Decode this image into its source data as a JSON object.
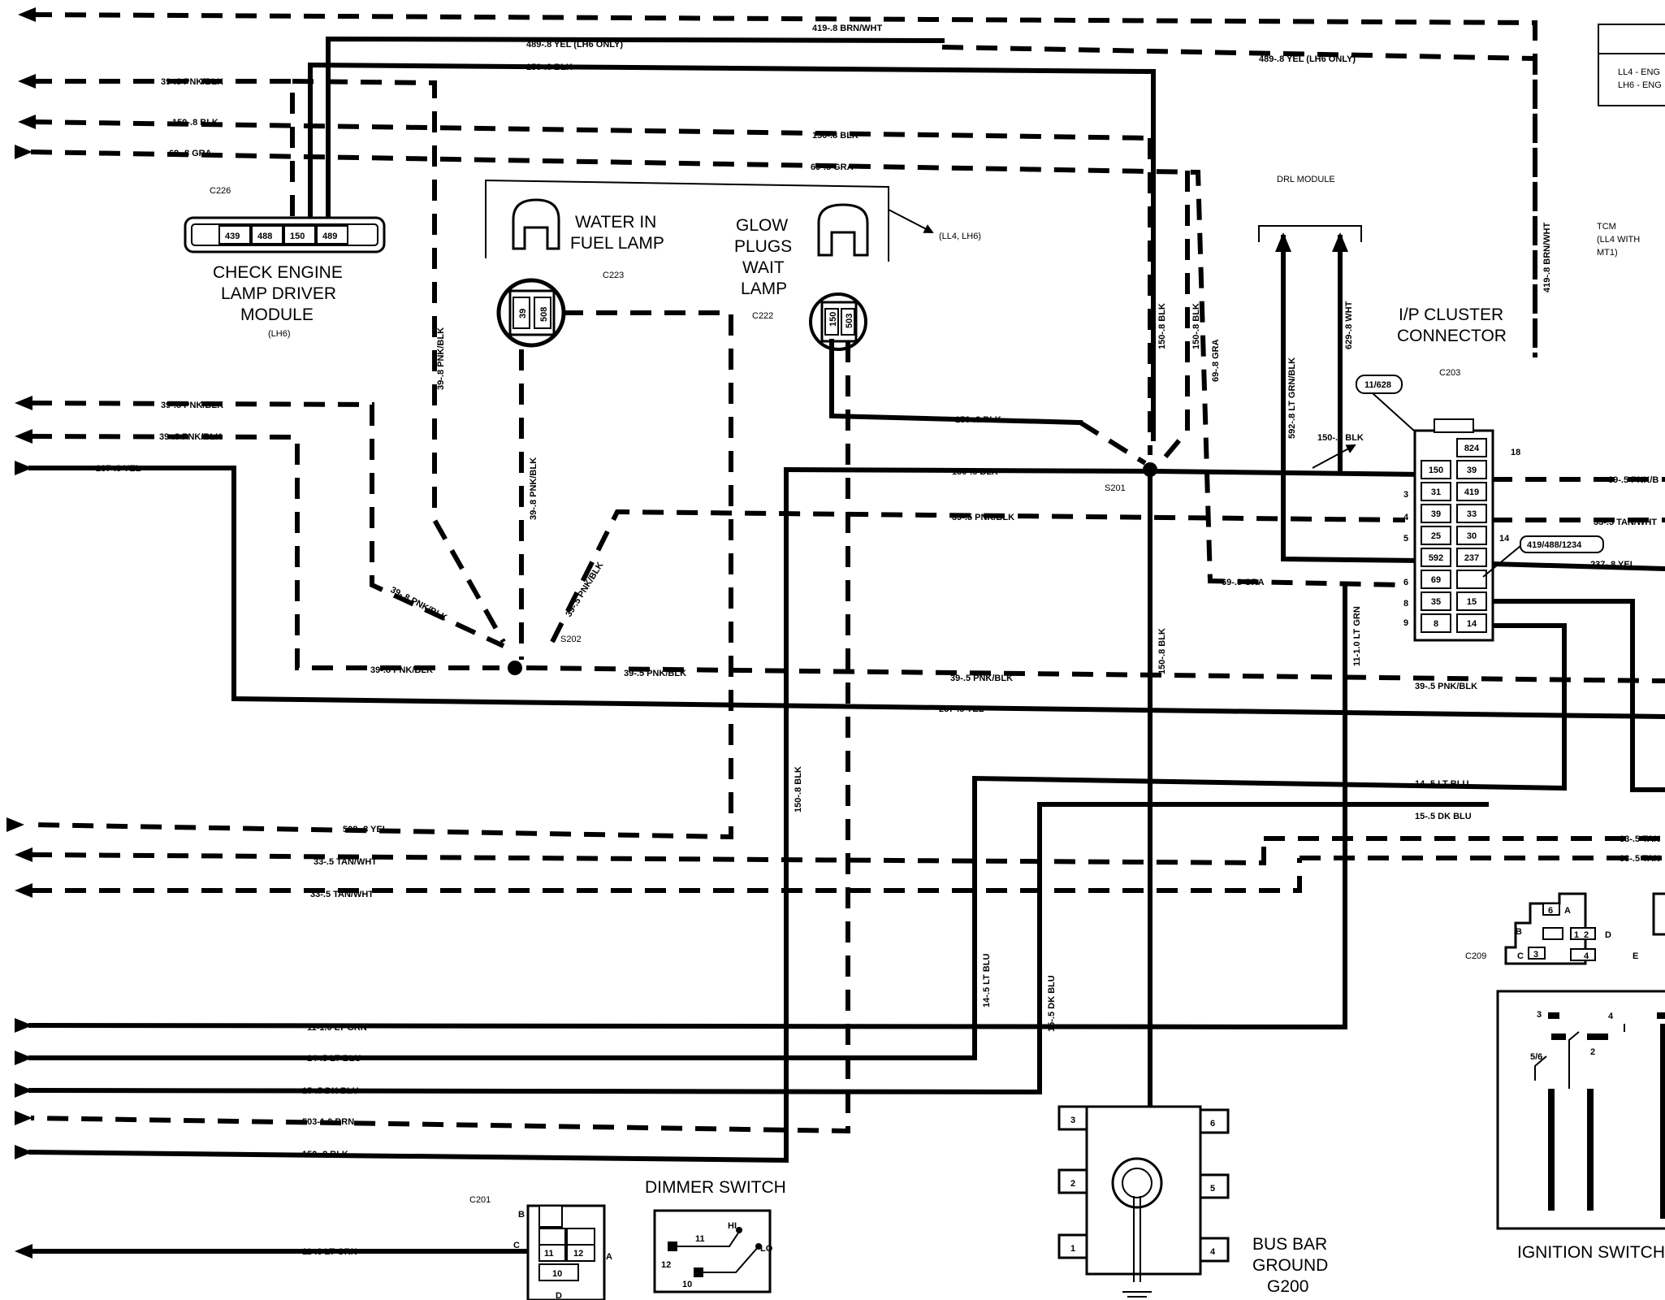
{
  "components": {
    "check_engine_module": {
      "line1": "CHECK ENGINE",
      "line2": "LAMP DRIVER",
      "line3": "MODULE",
      "note": "(LH6)",
      "connector": "C226",
      "pins": [
        "439",
        "488",
        "150",
        "489"
      ]
    },
    "water_lamp": {
      "line1": "WATER IN",
      "line2": "FUEL LAMP",
      "connector": "C223",
      "pins": [
        "39",
        "508"
      ]
    },
    "glow_lamp": {
      "line1": "GLOW",
      "line2": "PLUGS",
      "line3": "WAIT",
      "line4": "LAMP",
      "connector": "C222",
      "pins": [
        "150",
        "503"
      ]
    },
    "lamp_note": "(LL4, LH6)",
    "drl_module": "DRL MODULE",
    "ip_cluster": {
      "line1": "I/P CLUSTER",
      "line2": "CONNECTOR",
      "connector": "C203",
      "callout_top": "11/628",
      "callout_right": "419/488/1234",
      "left_pins": [
        "150",
        "31",
        "39",
        "25",
        "592",
        "69",
        "35",
        "8"
      ],
      "right_pins": [
        "824",
        "39",
        "419",
        "33",
        "30",
        "237",
        "",
        "15",
        "14"
      ],
      "side_numbers": [
        "18",
        "3",
        "4",
        "5",
        "14",
        "6",
        "8",
        "9"
      ]
    },
    "tcm": {
      "line1": "TCM",
      "line2": "(LL4 WITH",
      "line3": "MT1)"
    },
    "engine_box": {
      "line1": "LL4 - ENG",
      "line2": "LH6 - ENG"
    },
    "splices": {
      "s201": "S201",
      "s202": "S202"
    },
    "bus_bar": {
      "line1": "BUS BAR",
      "line2": "GROUND",
      "line3": "G200",
      "pins": [
        "3",
        "6",
        "2",
        "5",
        "1",
        "4"
      ]
    },
    "dimmer": {
      "title": "DIMMER SWITCH",
      "pins": [
        "11",
        "HI",
        "LO",
        "12",
        "10"
      ]
    },
    "c201": {
      "connector": "C201",
      "letters": [
        "B",
        "C",
        "A",
        "D"
      ],
      "pins": [
        "11",
        "12",
        "10"
      ]
    },
    "c209": {
      "connector": "C209",
      "letters": [
        "A",
        "B",
        "C",
        "D",
        "E"
      ],
      "pins": [
        "6",
        "1",
        "2",
        "3",
        "4"
      ]
    },
    "ignition": {
      "title": "IGNITION SWITCH",
      "pins": [
        "3",
        "4",
        "2",
        "5/6"
      ]
    }
  },
  "wires": {
    "w419_top": "419-.8 BRN/WHT",
    "w489_a": "489-.8 YEL (LH6 ONLY)",
    "w489_b": "489-.8 YEL (LH6 ONLY)",
    "w150_top": "150-.8 BLK",
    "w39_left": "39-.8 PNK/BLK",
    "w150_left": "150-.8 BLK",
    "w150_mid": "150-.8 BLK",
    "w69_left": "69-.8 GRA",
    "w69_mid": "69-.8 GRA",
    "w419_vert": "419-.8 BRN/WHT",
    "w39_l1": "39-.8 PNK/BLK",
    "w39_l2": "39-.8 PNK/BLK",
    "w237_l": "237-.8 YEL",
    "w39_v1": "39-.8 PNK/BLK",
    "w39_v2": "39-.8 PNK/BLK",
    "w39_diag1": "39-.8 PNK/BLK",
    "w39_diag2": "39-.5 PNK/BLK",
    "w39_s202l": "39-.8 PNK/BLK",
    "w39_s202r": "39-.5 PNK/BLK",
    "w39_mid": "39-.5 PNK/BLK",
    "w39_mid2": "39-.5 PNK/BLK",
    "w39_right": "39-.5 PNK/BLK",
    "w39_far_right": "39-.5 PNK/B",
    "w150_s201a": "150-.8 BLK",
    "w150_s201b": "150-.8 BLK",
    "w150_v1": "150-.8 BLK",
    "w150_v2": "150-.8 BLK",
    "w150_v3": "150-.8 BLK",
    "w150_v4": "150-.8 BLK",
    "w150_drl": "150-.8 BLK",
    "w69_v": "69-.8 GRA",
    "w69_bot": "69-.8 GRA",
    "w592": "592-.8 LT GRN/BLK",
    "w629": "629-.8 WHT",
    "w11_v": "11-1.0 LT GRN",
    "w237_mid": "237-.8 YEL",
    "w237_right": "237-.8 YEL",
    "w33_r1": "33-.5 TAN/WHT",
    "w33_r2": "33-.5 TAN",
    "w33_r3": "33-.5 TAN",
    "w33_l1": "33-.5 TAN/WHT",
    "w33_l2": "33-.5 TAN/WHT",
    "w508": "508-.8 YEL",
    "w14_h": "14-.5 LT BLU",
    "w15_h": "15-.5 DK BLU",
    "w14_v": "14-.5 LT BLU",
    "w15_v": "15-.5 DK BLU",
    "w11_b": "11-1.0 LT GRN",
    "w14_b": "14-.5 LT BLU",
    "w15_b": "15-.5 DK BLU",
    "w503_b": "503-1.0 BRN",
    "w150_b": "150-.8 BLK",
    "w11_c201": "11-.8 LT GRN"
  }
}
